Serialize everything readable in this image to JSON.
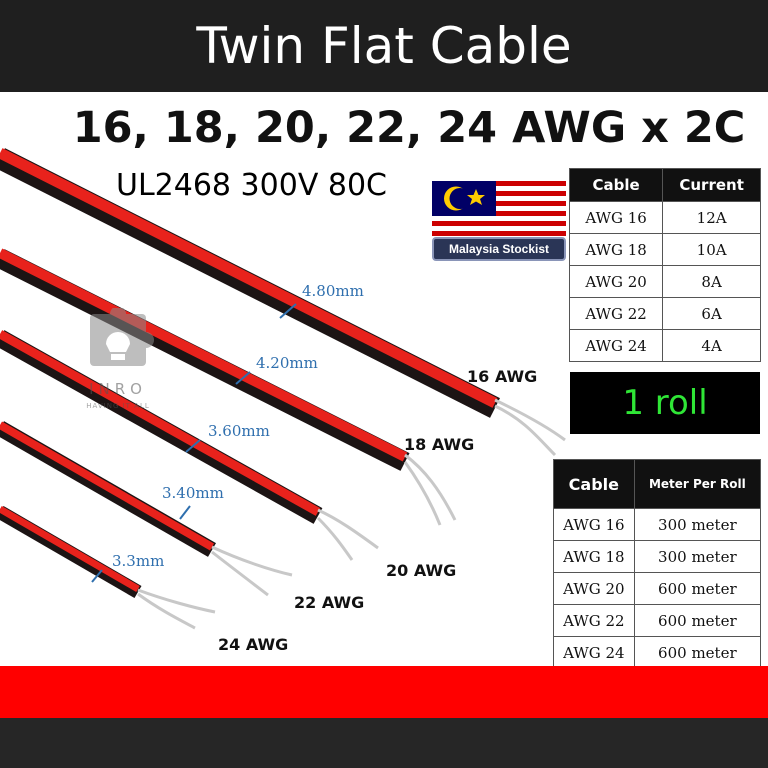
{
  "title": "Twin Flat Cable",
  "subtitle": "16, 18, 20, 22, 24 AWG x 2C",
  "rating": "UL2468 300V 80C",
  "badge": {
    "stockist": "Malaysia Stockist"
  },
  "logo": {
    "text": "INRO",
    "tagline": "HAVING IT ALL"
  },
  "cables": [
    {
      "gauge": "16 AWG",
      "width": "4.80mm"
    },
    {
      "gauge": "18 AWG",
      "width": "4.20mm"
    },
    {
      "gauge": "20 AWG",
      "width": "3.60mm"
    },
    {
      "gauge": "22 AWG",
      "width": "3.40mm"
    },
    {
      "gauge": "24 AWG",
      "width": "3.3mm"
    }
  ],
  "current_table": {
    "headers": [
      "Cable",
      "Current"
    ],
    "rows": [
      [
        "AWG 16",
        "12A"
      ],
      [
        "AWG 18",
        "10A"
      ],
      [
        "AWG 20",
        "8A"
      ],
      [
        "AWG 22",
        "6A"
      ],
      [
        "AWG 24",
        "4A"
      ]
    ]
  },
  "roll_label": "1 roll",
  "roll_table": {
    "headers": [
      "Cable",
      "Meter Per Roll"
    ],
    "rows": [
      [
        "AWG 16",
        "300 meter"
      ],
      [
        "AWG 18",
        "300 meter"
      ],
      [
        "AWG 20",
        "600 meter"
      ],
      [
        "AWG 22",
        "600 meter"
      ],
      [
        "AWG 24",
        "600 meter"
      ]
    ]
  },
  "colors": {
    "red_wire": "#e8221c",
    "black_wire": "#1c1414",
    "dimension_text": "#2f6fae",
    "roll_text": "#2fe636",
    "bottom_band": "#ff0000"
  }
}
